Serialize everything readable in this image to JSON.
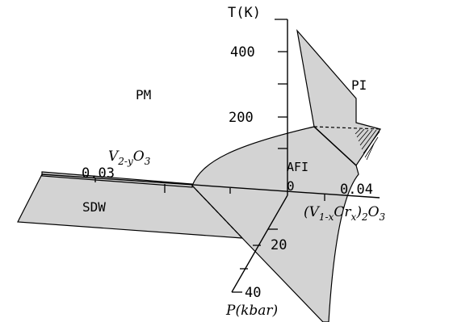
{
  "axes": {
    "temperature": {
      "label": "T(K)",
      "ticks": [
        "400",
        "200"
      ]
    },
    "pressure": {
      "label": "P(kbar)",
      "ticks": [
        "20",
        "40"
      ]
    },
    "composition_v2yo3": {
      "label": "V",
      "sub1": "2-y",
      "mid": "O",
      "sub2": "3",
      "tick": "0.03"
    },
    "composition_cr": {
      "label": "(V",
      "sub1": "1-x",
      "mid": "Cr",
      "sub2": "x",
      "close": ")",
      "sub3": "2",
      "end": "O",
      "sub4": "3",
      "tick": "0.04"
    },
    "origin": "0"
  },
  "regions": {
    "pm": "PM",
    "pi": "PI",
    "afi": "AFI",
    "sdw": "SDW"
  },
  "colors": {
    "region_fill": "#d3d3d3",
    "line": "#000000",
    "background": "#ffffff"
  }
}
